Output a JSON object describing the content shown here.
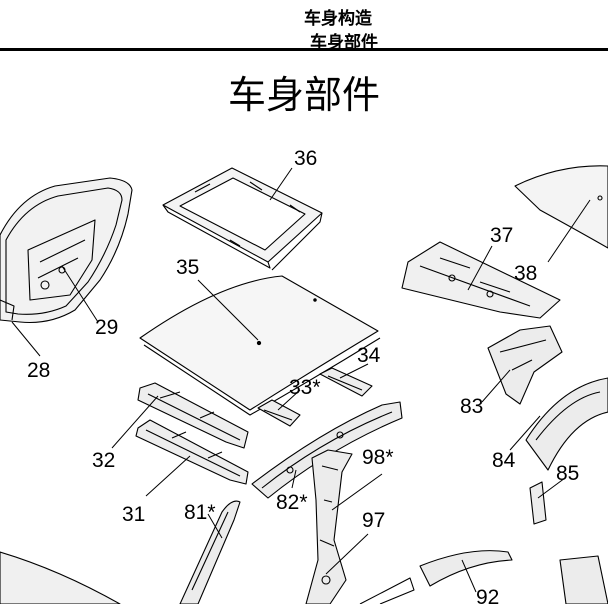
{
  "header": {
    "line1": "车身构造",
    "line2": "车身部件"
  },
  "title": "车身部件",
  "callouts": {
    "c28": "28",
    "c29": "29",
    "c31": "31",
    "c32": "32",
    "c33": "33*",
    "c34": "34",
    "c35": "35",
    "c36": "36",
    "c37": "37",
    "c38": "38",
    "c81": "81*",
    "c82": "82*",
    "c83": "83",
    "c84": "84",
    "c85": "85",
    "c92": "92",
    "c97": "97",
    "c98": "98*"
  }
}
